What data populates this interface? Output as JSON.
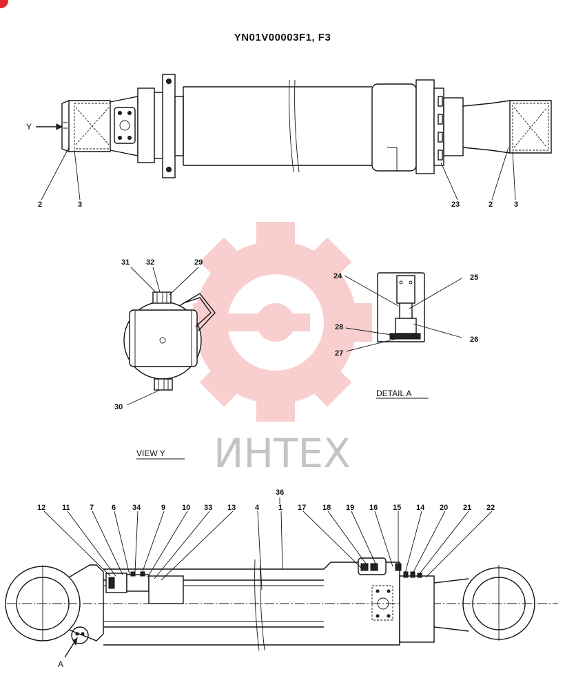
{
  "title": "YN01V00003F1, F3",
  "captions": {
    "view_y": "VIEW   Y",
    "detail_a": "DETAIL   A",
    "y_arrow": "Y",
    "a_marker": "A"
  },
  "watermark": "ИНТЕХ",
  "colors": {
    "watermark_gear": "#f3a7a7",
    "watermark_text": "#c4c4c4",
    "badge": "#e0262f"
  },
  "callouts": {
    "top_left_2": "2",
    "top_left_3": "3",
    "top_right_23": "23",
    "top_right_2": "2",
    "top_right_3": "3",
    "v31": "31",
    "v32": "32",
    "v29": "29",
    "v30": "30",
    "d24": "24",
    "d25": "25",
    "d28": "28",
    "d26": "26",
    "d27": "27",
    "b36": "36",
    "b12": "12",
    "b11": "11",
    "b7": "7",
    "b6": "6",
    "b34": "34",
    "b9": "9",
    "b10": "10",
    "b33": "33",
    "b13": "13",
    "b4": "4",
    "b1": "1",
    "b17": "17",
    "b18": "18",
    "b19": "19",
    "b16": "16",
    "b15": "15",
    "b14": "14",
    "b20": "20",
    "b21": "21",
    "b22": "22"
  }
}
